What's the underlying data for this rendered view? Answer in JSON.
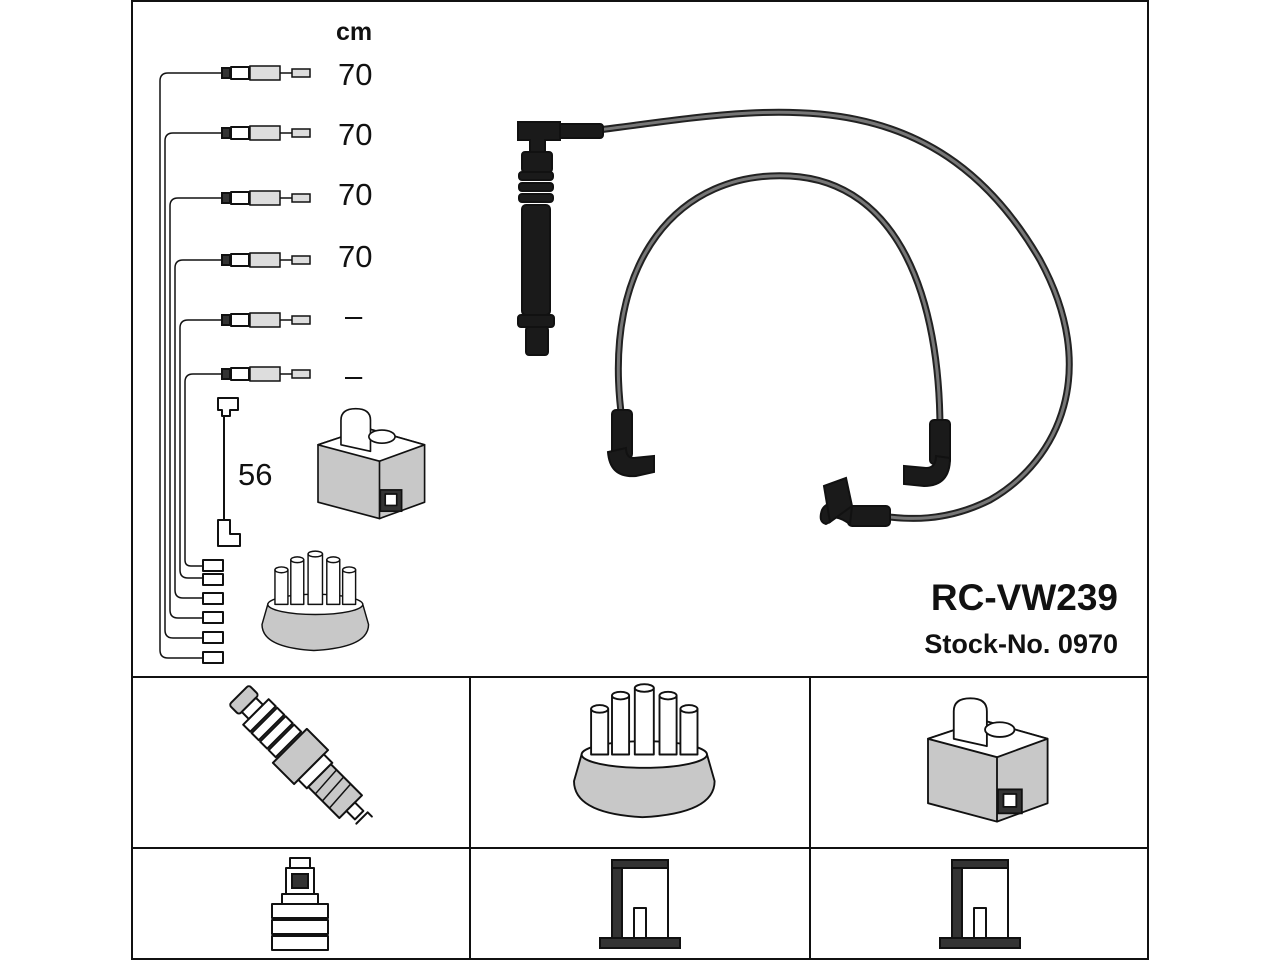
{
  "diagram": {
    "unit_label": "cm",
    "lengths": [
      "70",
      "70",
      "70",
      "70",
      "–",
      "–"
    ],
    "coil_lead_length": "56",
    "model": "RC-VW239",
    "stock_number": "Stock-No. 0970"
  },
  "icons": {
    "harness": "ignition-lead-set-icon",
    "cable_set": "ignition-cable-photo-icon",
    "spark_plug": "spark-plug-icon",
    "distributor_cap": "distributor-cap-icon",
    "ignition_coil": "ignition-coil-icon",
    "plug_connector": "spark-plug-terminal-icon",
    "cap_connector": "distributor-connector-icon",
    "coil_connector": "coil-connector-icon"
  }
}
